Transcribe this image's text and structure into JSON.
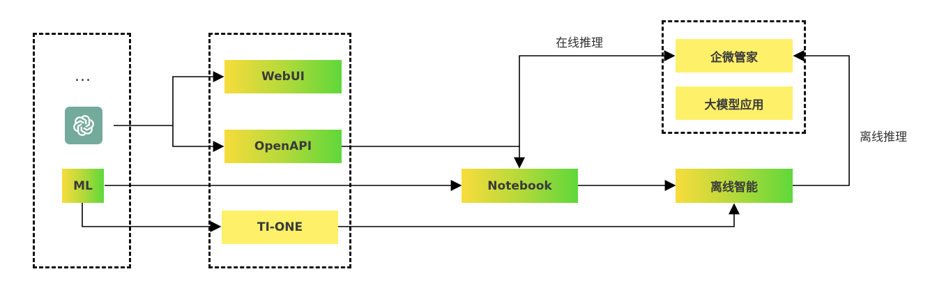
{
  "left_group": {
    "ellipsis": "...",
    "logo_icon": "openai-logo-icon",
    "ml_label": "ML"
  },
  "middle_group": {
    "webui": "WebUI",
    "openapi": "OpenAPI",
    "tione": "TI-ONE"
  },
  "notebook": "Notebook",
  "offline_intel": "离线智能",
  "right_group": {
    "qiwei": "企微管家",
    "llm_app": "大模型应用"
  },
  "edge_labels": {
    "online": "在线推理",
    "offline": "离线推理"
  },
  "colors": {
    "gradient_start": "#f7dc3c",
    "gradient_end": "#5fd83a",
    "yellow_box": "#fff06a",
    "logo_bg": "#74aa9c"
  }
}
